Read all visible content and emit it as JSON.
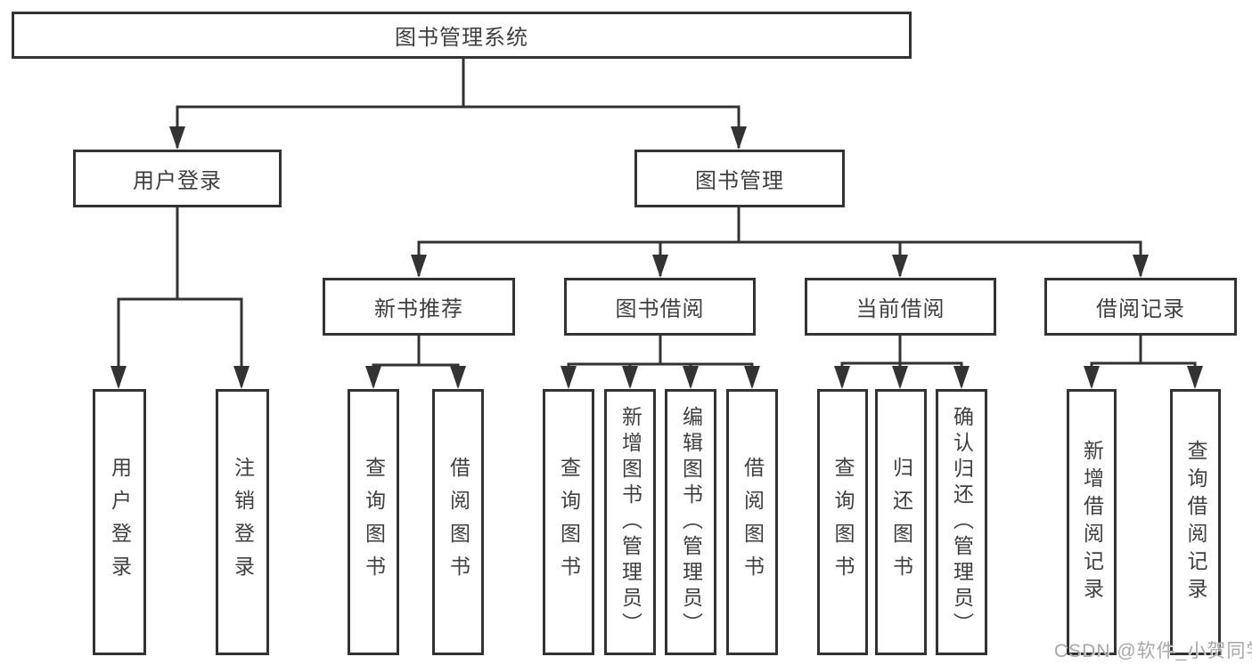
{
  "diagram": {
    "root": {
      "label": "图书管理系统",
      "children": [
        {
          "label": "用户登录",
          "children": [
            {
              "label": "用户登录"
            },
            {
              "label": "注销登录"
            }
          ]
        },
        {
          "label": "图书管理",
          "children": [
            {
              "label": "新书推荐",
              "children": [
                {
                  "label": "查询图书"
                },
                {
                  "label": "借阅图书"
                }
              ]
            },
            {
              "label": "图书借阅",
              "children": [
                {
                  "label": "查询图书"
                },
                {
                  "label": "新增图书（管理员）"
                },
                {
                  "label": "编辑图书（管理员）"
                },
                {
                  "label": "借阅图书"
                }
              ]
            },
            {
              "label": "当前借阅",
              "children": [
                {
                  "label": "查询图书"
                },
                {
                  "label": "归还图书"
                },
                {
                  "label": "确认归还（管理员）"
                }
              ]
            },
            {
              "label": "借阅记录",
              "children": [
                {
                  "label": "新增借阅记录"
                },
                {
                  "label": "查询借阅记录"
                }
              ]
            }
          ]
        }
      ]
    }
  },
  "watermark": {
    "text": "CSDN @软件_小贺同学"
  },
  "colors": {
    "line": "#333333",
    "border": "#333333",
    "text": "#3f3f3f",
    "watermark": "#a8a8a8",
    "background": "#ffffff"
  }
}
